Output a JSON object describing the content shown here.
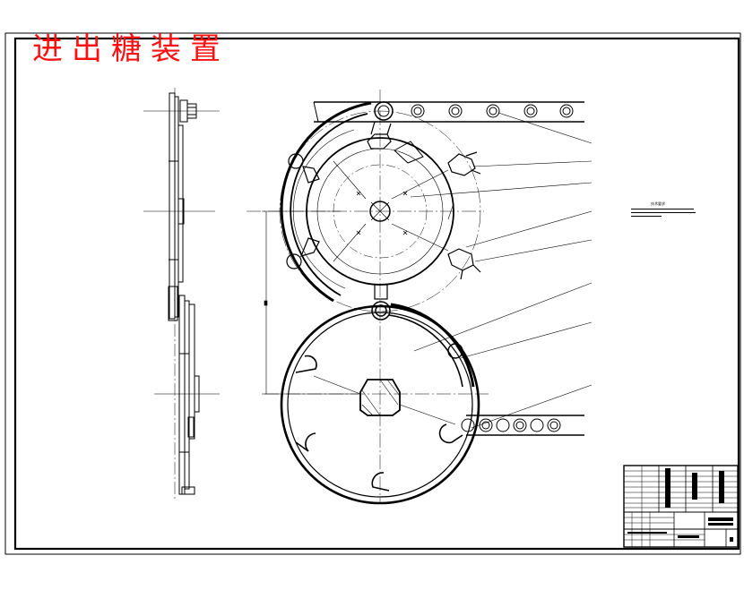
{
  "drawing": {
    "title": "进出糖装置",
    "title_color": "#ff1010",
    "line_color": "#000000",
    "background": "#ffffff",
    "technical_note": {
      "heading": "技术要求",
      "lines": [
        "",
        ""
      ]
    },
    "leader_count": 8,
    "title_block": {
      "drawing_name": "",
      "sheet_number": ""
    }
  }
}
